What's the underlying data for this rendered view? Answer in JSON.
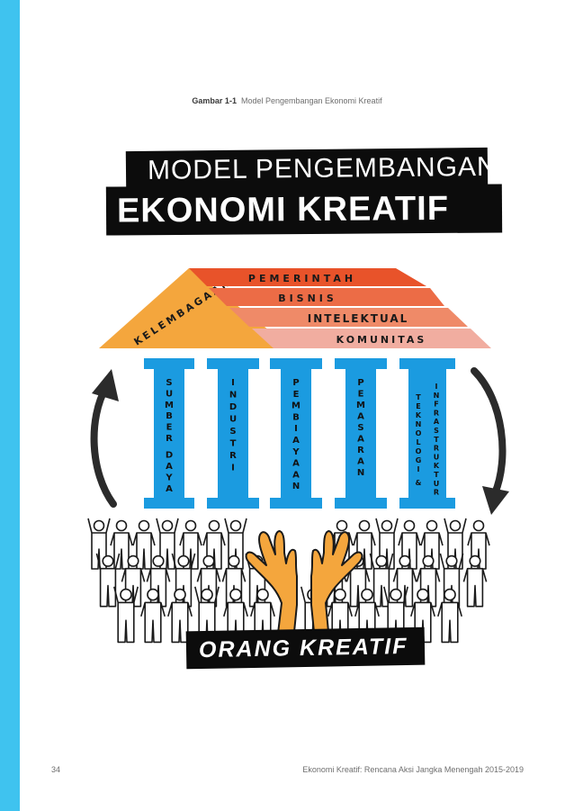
{
  "caption": {
    "label": "Gambar 1-1",
    "text": "Model Pengembangan Ekonomi Kreatif"
  },
  "title": {
    "line1": "MODEL PENGEMBANGAN",
    "line2": "EKONOMI KREATIF"
  },
  "roof": {
    "left_label": "KELEMBAGAAN",
    "layers": [
      "PEMERINTAH",
      "BISNIS",
      "INTELEKTUAL",
      "KOMUNITAS"
    ]
  },
  "pillars": [
    {
      "label": "SUMBER DAYA"
    },
    {
      "label": "INDUSTRI"
    },
    {
      "label": "PEMBIAYAAN"
    },
    {
      "label": "PEMASARAN"
    },
    {
      "label": "TEKNOLOGI & INFRASTRUKTUR"
    }
  ],
  "base_label": "ORANG KREATIF",
  "footer": {
    "page_number": "34",
    "running_title": "Ekonomi Kreatif: Rencana Aksi Jangka Menengah 2015-2019"
  },
  "colors": {
    "accent_blue": "#3fc3ef",
    "pillar_blue": "#1b9be0",
    "roof_orange": "#f4a63d",
    "layer_1": "#e8532a",
    "layer_2": "#ec6c46",
    "layer_3": "#ef8a68",
    "layer_4": "#f1ada0",
    "banner": "#0c0c0c"
  },
  "icons": [
    "cycle-arrow-left-icon",
    "cycle-arrow-right-icon",
    "raised-hands-icon",
    "crowd-icon"
  ]
}
